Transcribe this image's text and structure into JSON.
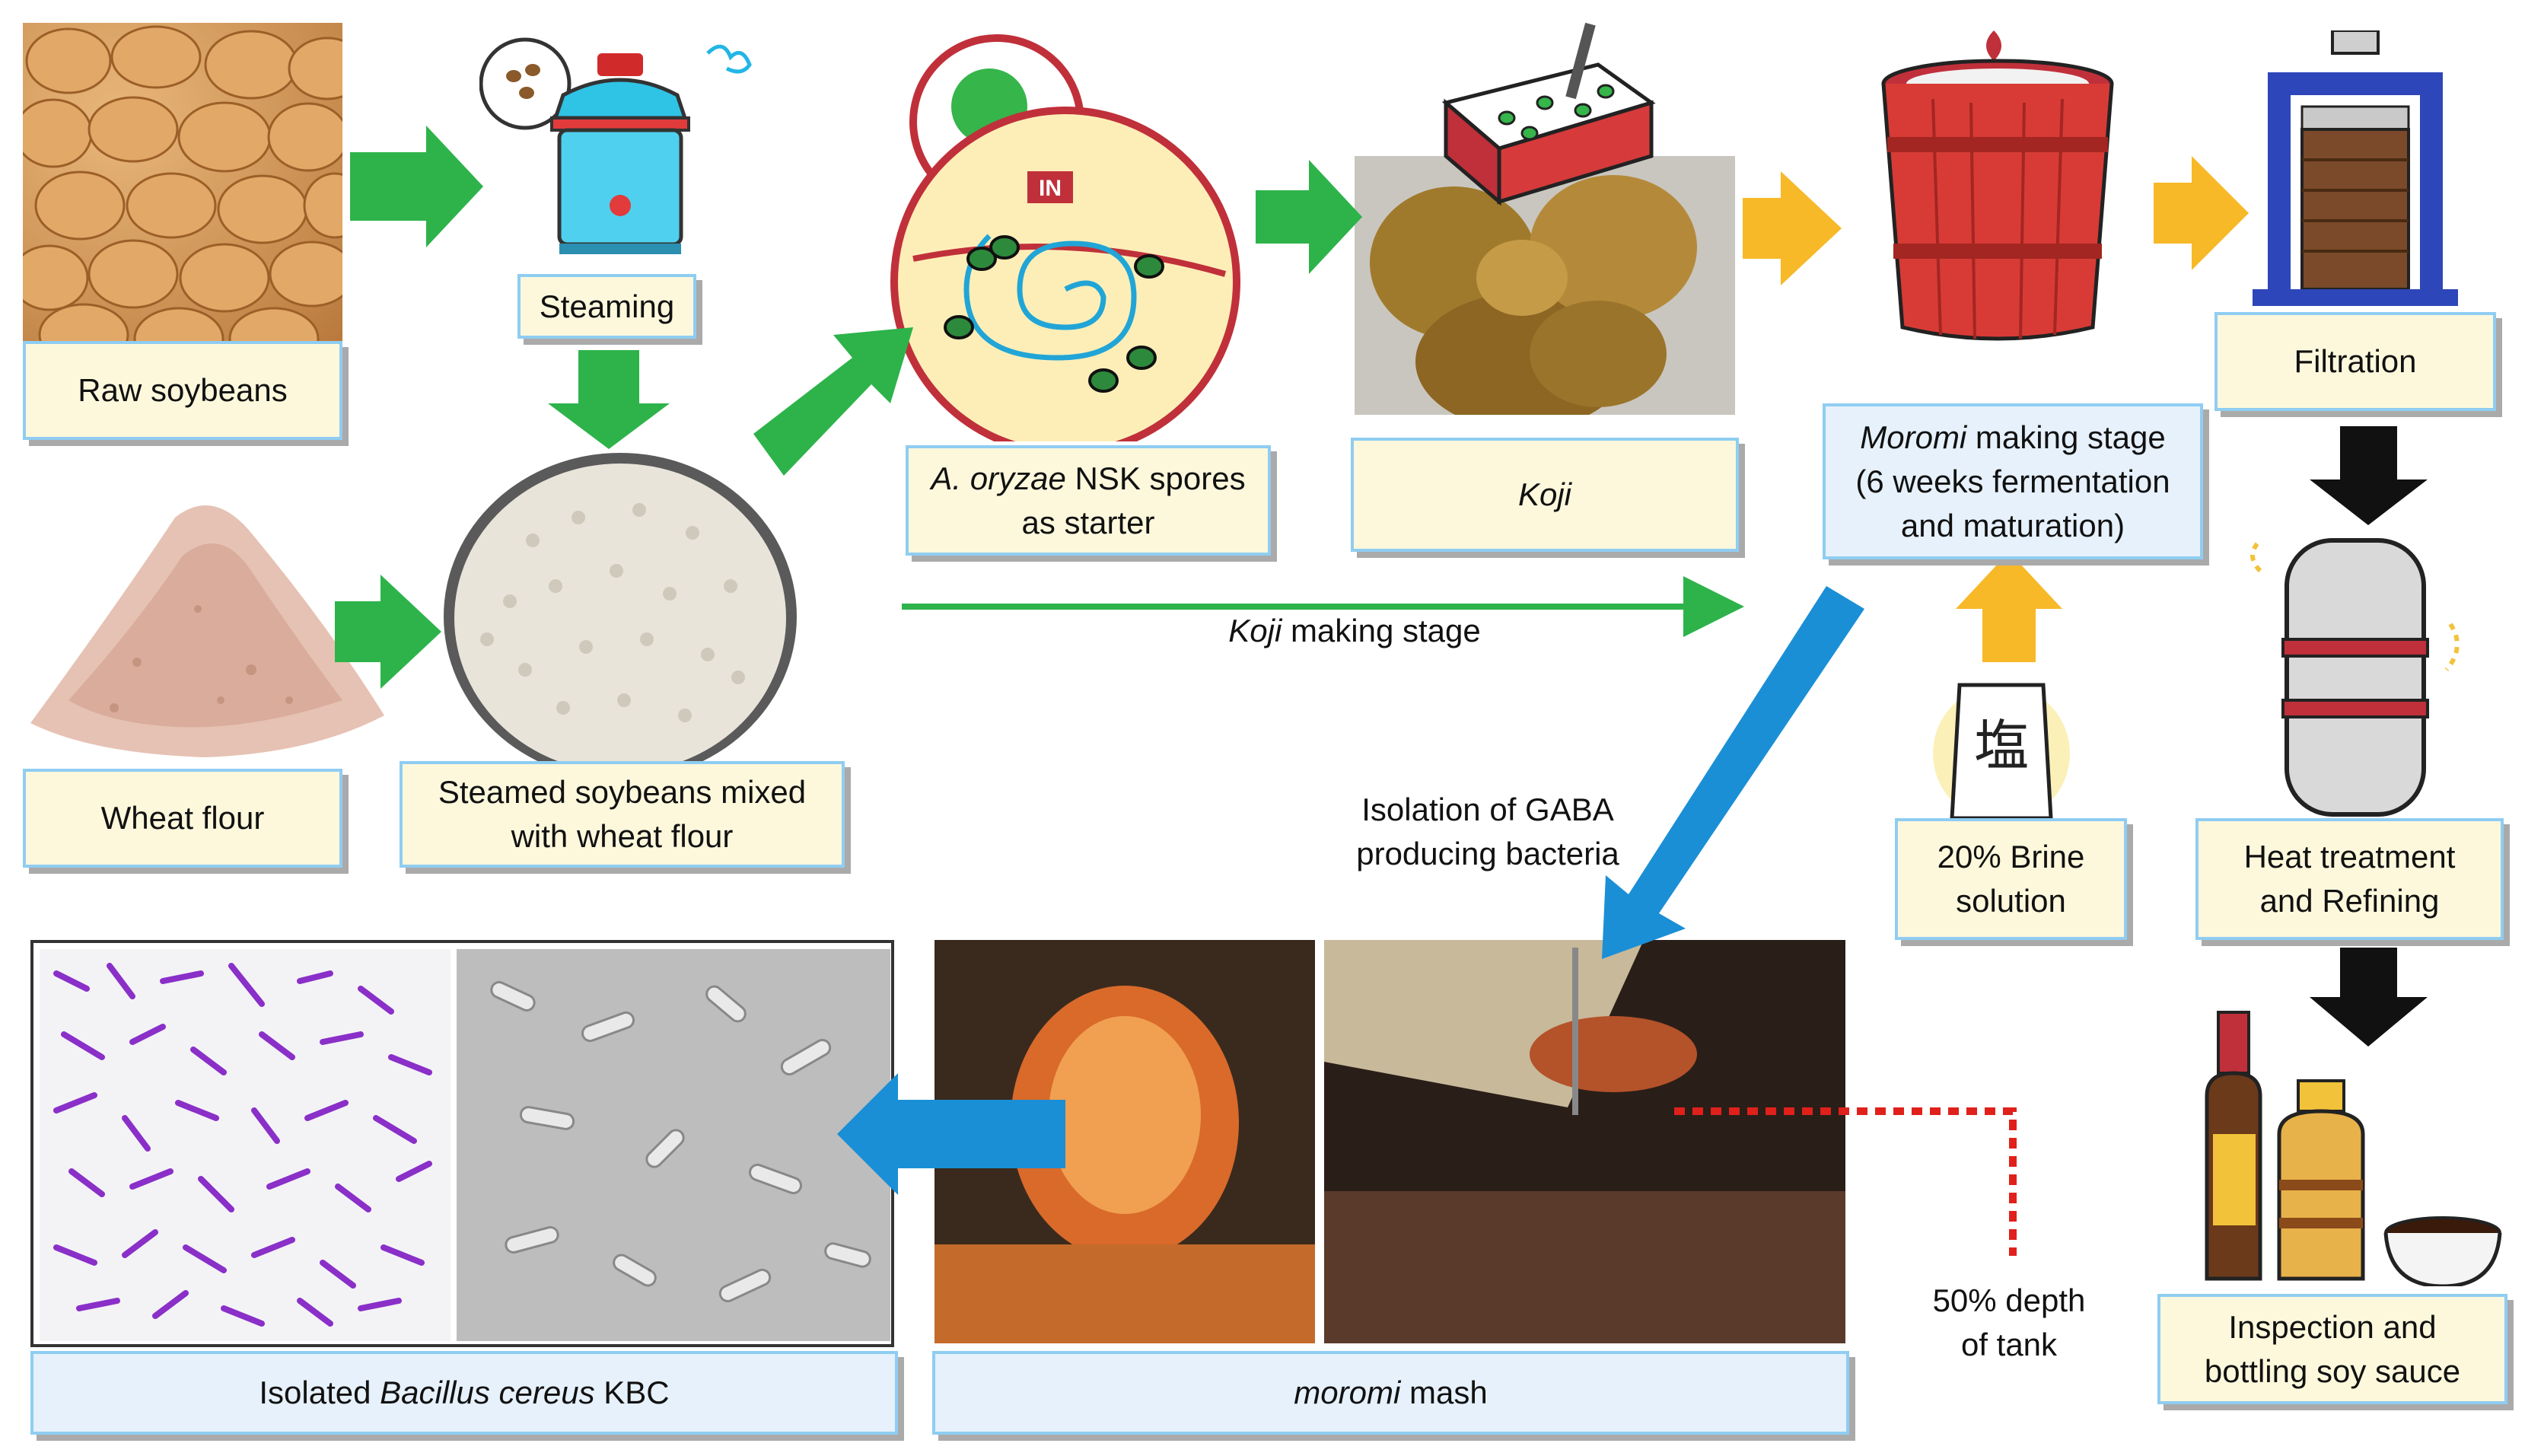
{
  "labels": {
    "raw_soybeans": "Raw soybeans",
    "steaming": "Steaming",
    "wheat_flour": "Wheat flour",
    "steamed_mix": [
      "Steamed soybeans mixed",
      "with wheat flour"
    ],
    "starter": {
      "italic": "A. oryzae",
      "rest": " NSK spores",
      "line2": "as starter"
    },
    "koji": "Koji",
    "moromi_stage": {
      "italic": "Moromi",
      "rest": " making stage",
      "line2": "(6 weeks fermentation",
      "line3": "and maturation)"
    },
    "filtration": "Filtration",
    "koji_stage": {
      "italic": "Koji",
      "rest": " making stage"
    },
    "isolation": [
      "Isolation of GABA",
      "producing bacteria"
    ],
    "brine": [
      "20% Brine",
      "solution"
    ],
    "heat": [
      "Heat treatment",
      "and Refining"
    ],
    "bottling": [
      "Inspection and",
      "bottling soy sauce"
    ],
    "isolated": {
      "pre": "Isolated ",
      "italic": "Bacillus cereus",
      "post": " KBC"
    },
    "mash": {
      "italic": "moromi",
      "rest": " mash"
    },
    "depth": [
      "50% depth",
      "of tank"
    ],
    "bag_char": "塩",
    "in_tag": "IN"
  },
  "colors": {
    "label_bg": "#fdf8dc",
    "label_border": "#8fcdf2",
    "green_arrow": "#2db34a",
    "yellow_arrow": "#f7b928",
    "blue_arrow": "#1a8fd6",
    "red_dotted": "#e0201b",
    "black_arrow": "#111111"
  }
}
